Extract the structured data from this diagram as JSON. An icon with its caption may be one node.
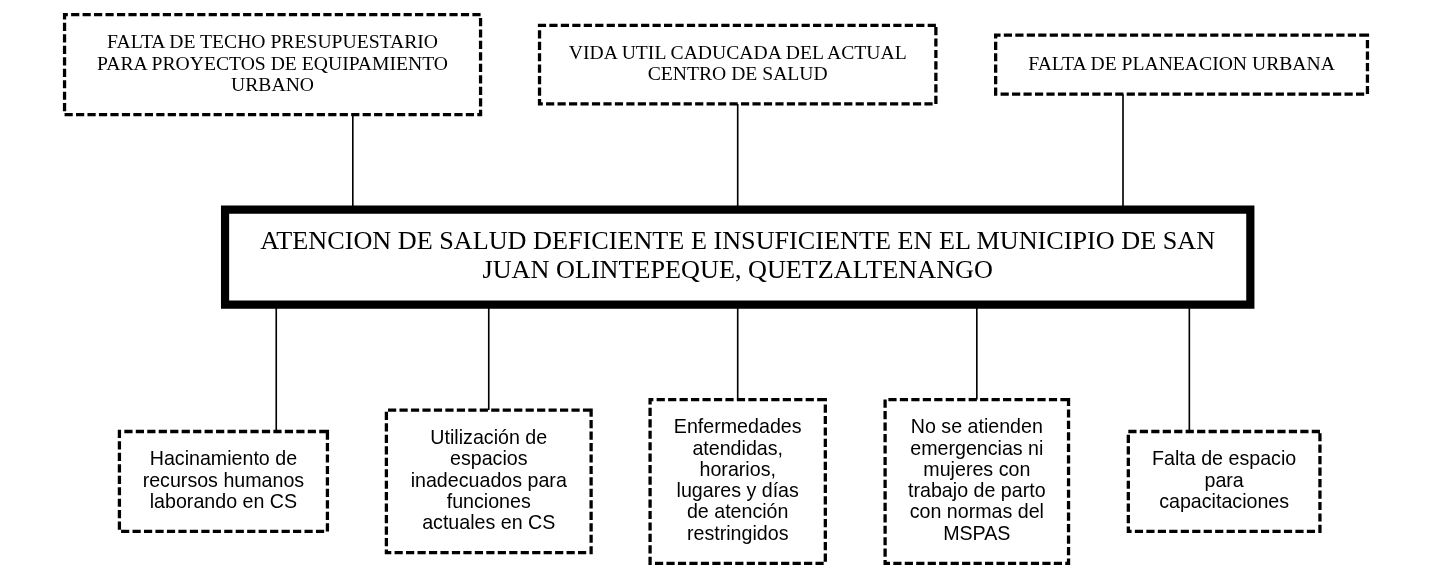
{
  "diagram": {
    "nodes": [
      {
        "text": [
          "FALTA DE TECHO PRESUPUESTARIO PARA PROYECTOS DE EQUIPAMIENTO URBANO"
        ]
      },
      {
        "text": [
          "VIDA UTIL CADUCADA DEL ACTUAL CENTRO DE SALUD"
        ]
      },
      {
        "text": [
          "FALTA DE PLANEACION URBANA"
        ]
      },
      {
        "text": [
          "ATENCION DE SALUD DEFICIENTE E INSUFICIENTE EN EL MUNICIPIO DE SAN JUAN OLINTEPEQUE, QUETZALTENANGO"
        ]
      },
      {
        "text": [
          "Hacinamiento de recursos humanos laborando en CS"
        ]
      },
      {
        "text": [
          "Utilización de espacios inadecuados para funciones actuales en CS"
        ]
      },
      {
        "text": [
          "Enfermedades atendidas, horarios, lugares y días de atención restringidos"
        ]
      },
      {
        "text": [
          "No se atienden emergencias ni mujeres con trabajo de parto con normas del MSPAS"
        ]
      },
      {
        "text": [
          "Falta de espacio para capacitaciones"
        ]
      }
    ],
    "edges": [
      {
        "from": 0,
        "to": 3,
        "arrow": "none"
      },
      {
        "from": 1,
        "to": 3,
        "arrow": "none"
      },
      {
        "from": 2,
        "to": 3,
        "arrow": "none"
      },
      {
        "from": 3,
        "to": 4,
        "arrow": "none"
      },
      {
        "from": 3,
        "to": 5,
        "arrow": "none"
      },
      {
        "from": 3,
        "to": 6,
        "arrow": "none"
      },
      {
        "from": 3,
        "to": 7,
        "arrow": "none"
      },
      {
        "from": 3,
        "to": 8,
        "arrow": "none"
      }
    ]
  }
}
